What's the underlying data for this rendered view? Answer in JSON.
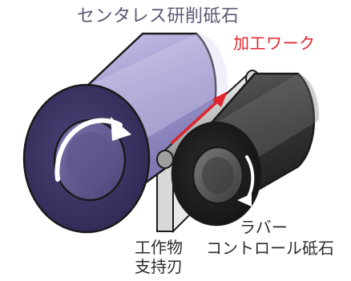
{
  "labels": {
    "grinding_wheel": "センタレス研削砥石",
    "workpiece": "加工ワーク",
    "work_rest_line1": "工作物",
    "work_rest_line2": "支持刃",
    "control_wheel_line1": "ラバー",
    "control_wheel_line2": "コントロール砥石"
  },
  "colors": {
    "grinding_wheel_body": "#9a93c9",
    "grinding_wheel_face": "#3e3866",
    "control_wheel_body": "#2b2b2b",
    "workpiece": "#b9b9b9",
    "work_rest": "#d8d8d8",
    "arrow_red": "#e0262e",
    "label_wheel": "#5d5874",
    "label_work": "#e0262e"
  },
  "icons": {
    "wheel_rotation": "clockwise-arrow-icon",
    "control_rotation": "clockwise-arrow-icon",
    "feed_direction": "feed-arrow-icon"
  }
}
